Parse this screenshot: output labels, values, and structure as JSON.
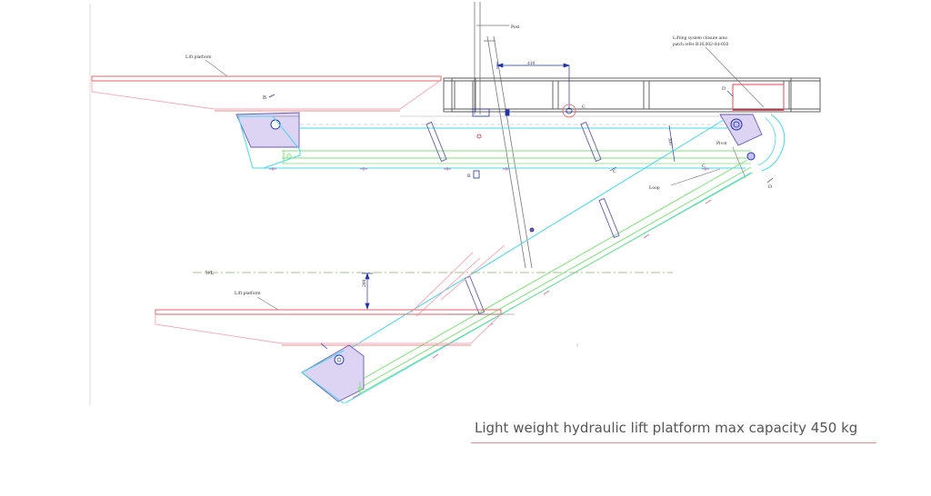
{
  "labels": {
    "post": "Post",
    "lift_platform_top": "Lift platform",
    "lift_platform_bottom": "Lift platform",
    "lifting_area_1": "Lifting system closure area",
    "lifting_area_2": "patch refer B16,002-04-050",
    "dim_410": "410",
    "dim_200": "200",
    "dim_300": "300",
    "wl": "WL",
    "pivot": "Pivot",
    "loop": "Loop",
    "mark_b1": "B",
    "mark_b2": "B",
    "mark_c1": "C",
    "mark_c2": "C",
    "mark_c3": "C",
    "mark_d1": "D",
    "mark_d2": "D"
  },
  "colors": {
    "frame": "#555555",
    "cyan": "#46d8ee",
    "green": "#7fe07a",
    "red": "#e8646e",
    "pink": "#f3a9b5",
    "blue": "#2233aa",
    "purple": "#6a5ab0",
    "violet": "#b9a6e6",
    "dashdot": "#8faf6f"
  },
  "caption": "Light weight hydraulic lift platform max capacity 450 kg"
}
